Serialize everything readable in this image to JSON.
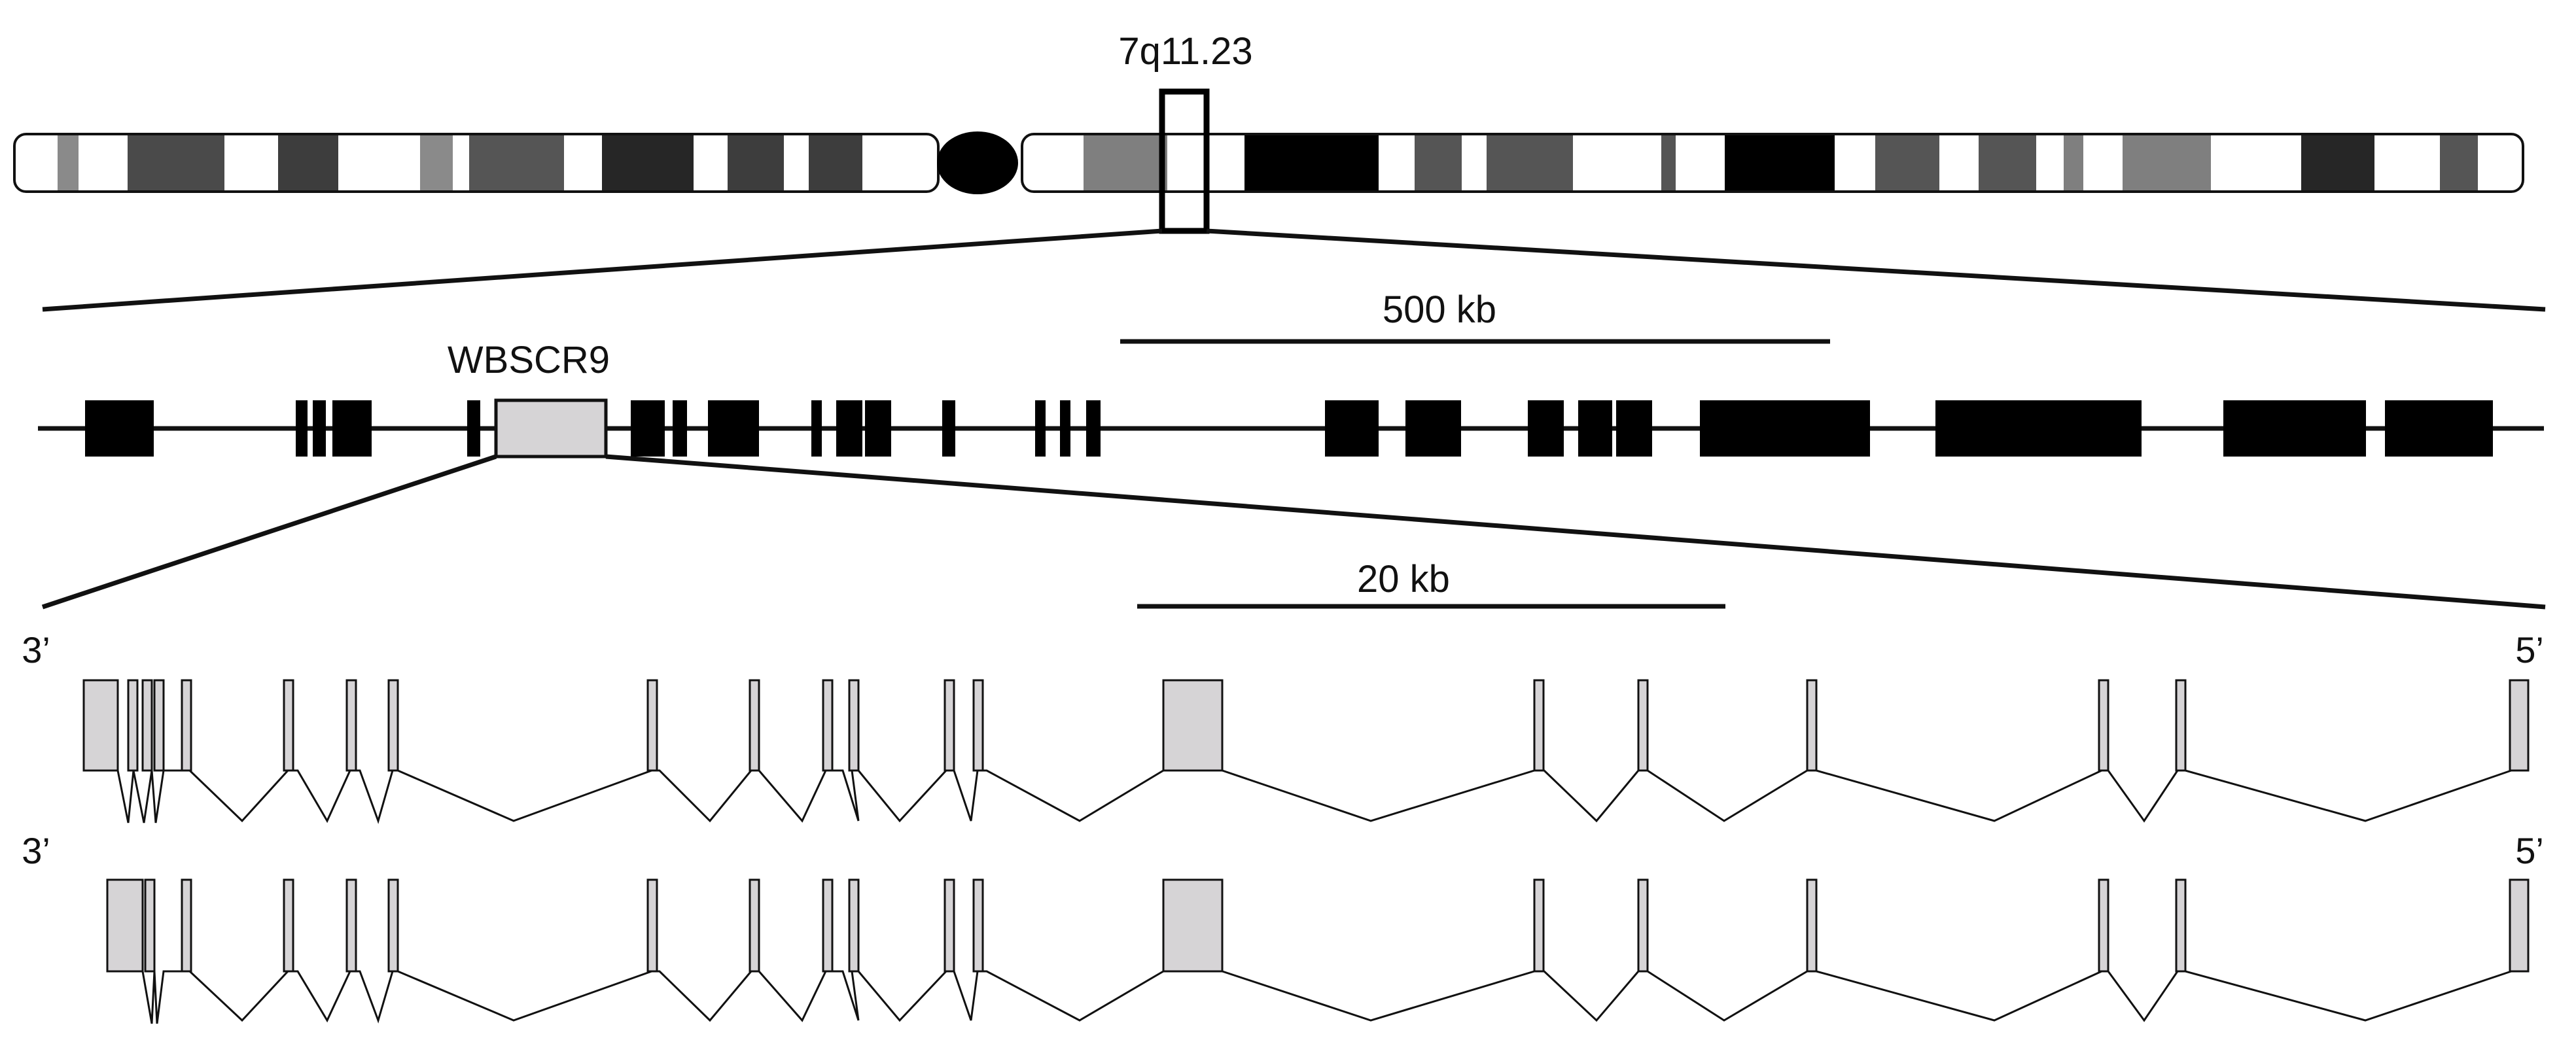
{
  "labels": {
    "band": "7q11.23",
    "scale_500": "500 kb",
    "gene": "WBSCR9",
    "scale_20": "20 kb",
    "iso1_left": "3’",
    "iso1_right": "5’",
    "iso2_left": "3’",
    "iso2_right": "5’"
  },
  "colors": {
    "line": "#111111",
    "exon": "#d6d4d6",
    "gene_block": "#000000",
    "centromere": "#000000",
    "band_light": "#ffffff",
    "band_gray": "#7f7f7f",
    "band_dark": "#555555",
    "band_darker": "#3d3d3d",
    "band_black": "#1a1a1a"
  }
}
